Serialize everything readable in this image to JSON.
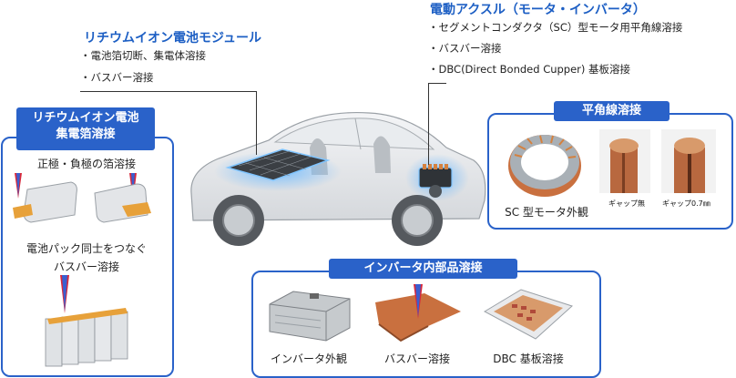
{
  "battery_module": {
    "title": "リチウムイオン電池モジュール",
    "items": [
      "・電池箔切断、集電体溶接",
      "・バスバー溶接"
    ]
  },
  "e_axle": {
    "title": "電動アクスル（モータ・インバータ）",
    "items": [
      "・セグメントコンダクタ（SC）型モータ用平角線溶接",
      "・バスバー溶接",
      "・DBC(Direct Bonded Cupper) 基板溶接"
    ]
  },
  "foil_panel": {
    "title_line1": "リチウムイオン電池",
    "title_line2": "集電箔溶接",
    "caption_top": "正極・負極の箔溶接",
    "caption_mid_line1": "電池パック同士をつなぐ",
    "caption_mid_line2": "バスバー溶接"
  },
  "rect_wire_panel": {
    "title": "平角線溶接",
    "motor_caption": "SC 型モータ外観",
    "gap_none_caption": "ギャップ無",
    "gap_07_caption": "ギャップ0.7㎜"
  },
  "inverter_panel": {
    "title": "インバータ内部品溶接",
    "captions": [
      "インバータ外観",
      "バスバー溶接",
      "DBC 基板溶接"
    ]
  },
  "colors": {
    "accent_blue": "#2a62c9",
    "title_blue": "#1d5fc4",
    "copper": "#c9703f",
    "laser_red": "#d8283a"
  }
}
